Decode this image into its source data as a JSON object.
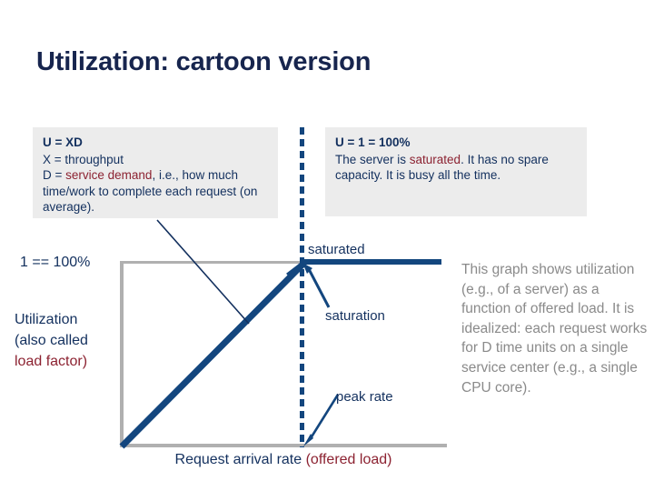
{
  "slide": {
    "title": "Utilization: cartoon version",
    "background": "#ffffff",
    "accent_navy": "#13467e",
    "text_navy": "#13305e",
    "highlight_red": "#8c2231",
    "axis_gray": "#b0b0b0",
    "commentary_gray": "#8a8a8a",
    "callout_bg": "#ececec"
  },
  "callouts": {
    "formula": {
      "heading": "U = XD",
      "line2": "X = throughput",
      "line3_prefix": "D = ",
      "line3_highlight": "service demand",
      "line3_suffix": ", i.e., how much time/work to complete each request (on average)."
    },
    "saturation": {
      "heading": "U = 1 = 100%",
      "body_prefix": "The server is ",
      "body_highlight": "saturated",
      "body_suffix": ".  It has no spare capacity.  It is busy all the time."
    }
  },
  "graph": {
    "y_tick_label": "1 == 100%",
    "y_axis_label_line1": "Utilization",
    "y_axis_label_line2": "(also called",
    "y_axis_label_line3": "load factor)",
    "x_axis_label_prefix": "Request arrival rate ",
    "x_axis_label_highlight": "(offered load)",
    "annotation_saturated": "saturated",
    "annotation_saturation": "saturation",
    "annotation_peak_rate": "peak rate"
  },
  "commentary": {
    "text": "This graph shows utilization (e.g., of a server) as a function of offered load.  It is idealized: each request works for D time units on a single service center (e.g., a single CPU core)."
  },
  "chart_data": {
    "type": "line",
    "title": "Utilization: cartoon version",
    "xlabel": "Request arrival rate (offered load)",
    "ylabel": "Utilization (also called load factor)",
    "xlim": [
      0,
      1.8
    ],
    "ylim": [
      0,
      1.15
    ],
    "grid": false,
    "legend": "none",
    "y_ticks": [
      1
    ],
    "y_tick_labels": [
      "1 == 100%"
    ],
    "series": [
      {
        "name": "Utilization vs offered load",
        "x": [
          0,
          1.0,
          1.8
        ],
        "y": [
          0,
          1.0,
          1.0
        ],
        "color": "#13467e",
        "description": "Linear ramp U = XD up to saturation at U = 1, then flat plateau at 100%."
      }
    ],
    "reference_lines": [
      {
        "name": "saturation-point-vertical",
        "orientation": "vertical",
        "x": 1.0,
        "style": "dashed",
        "color": "#13467e"
      },
      {
        "name": "one-hundred-percent-horizontal",
        "orientation": "horizontal",
        "y": 1.0,
        "style": "solid",
        "color": "#b0b0b0"
      }
    ],
    "annotations": [
      {
        "label": "saturated",
        "x": 1.0,
        "y": 1.05
      },
      {
        "label": "saturation",
        "x": 1.15,
        "y": 0.76
      },
      {
        "label": "peak rate",
        "x": 1.2,
        "y": 0.3
      }
    ]
  }
}
